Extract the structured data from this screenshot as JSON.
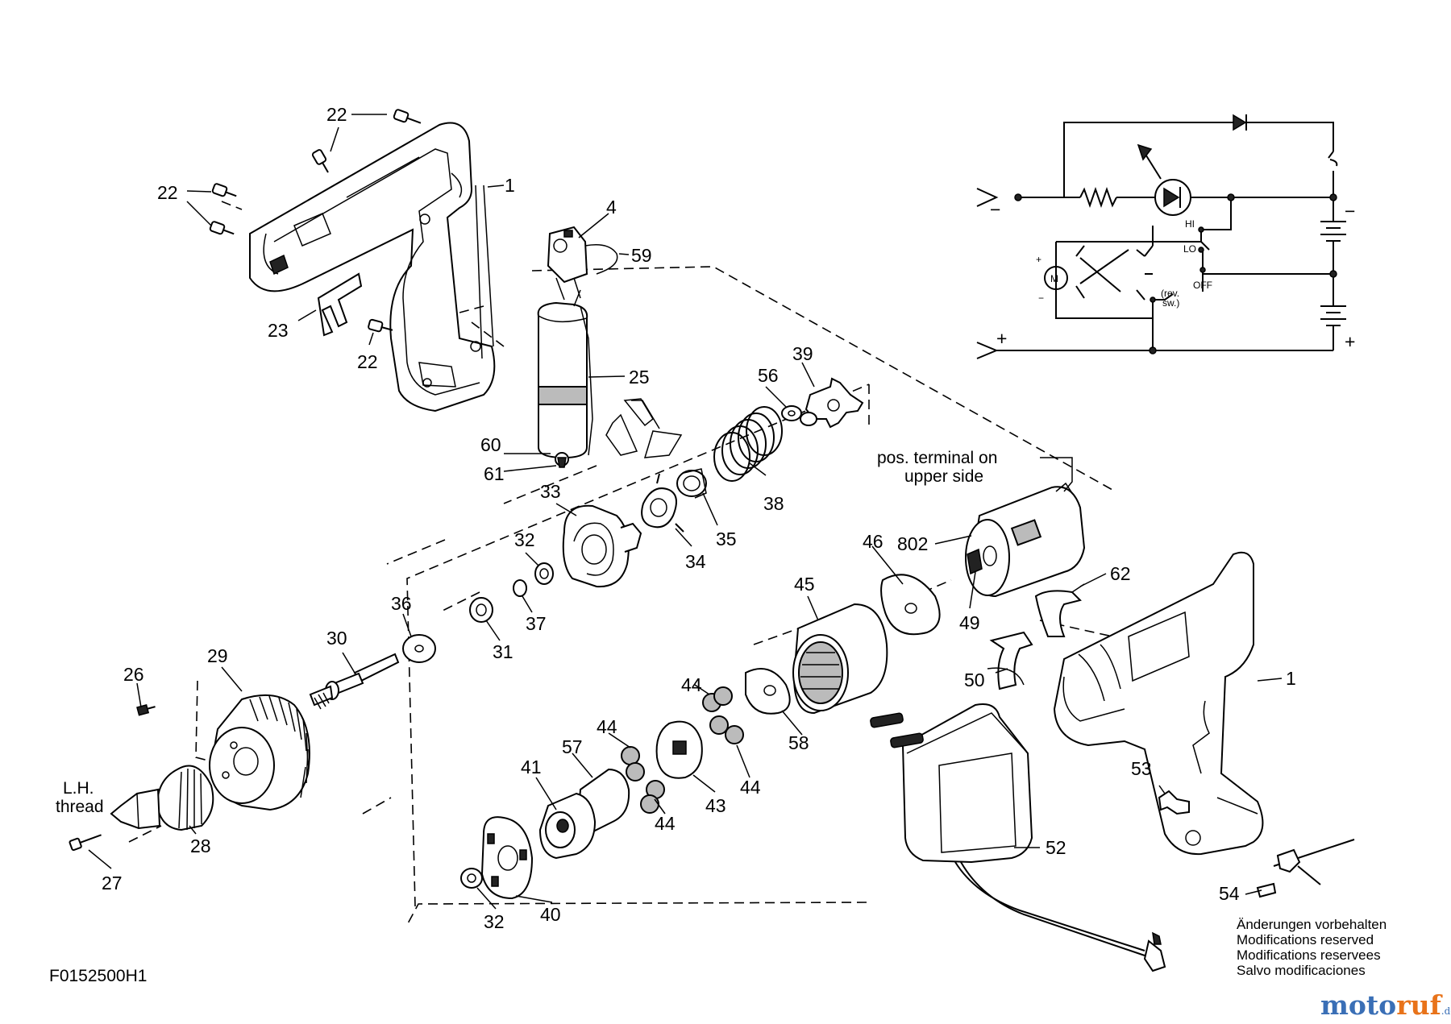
{
  "part_labels": [
    {
      "id": "p22a",
      "text": "22"
    },
    {
      "id": "p22b",
      "text": "22"
    },
    {
      "id": "p22c",
      "text": "22"
    },
    {
      "id": "p1a",
      "text": "1"
    },
    {
      "id": "p23",
      "text": "23"
    },
    {
      "id": "p4",
      "text": "4"
    },
    {
      "id": "p59",
      "text": "59"
    },
    {
      "id": "p25",
      "text": "25"
    },
    {
      "id": "p60",
      "text": "60"
    },
    {
      "id": "p61",
      "text": "61"
    },
    {
      "id": "p39",
      "text": "39"
    },
    {
      "id": "p56",
      "text": "56"
    },
    {
      "id": "p38",
      "text": "38"
    },
    {
      "id": "p33",
      "text": "33"
    },
    {
      "id": "p35",
      "text": "35"
    },
    {
      "id": "p34",
      "text": "34"
    },
    {
      "id": "p32a",
      "text": "32"
    },
    {
      "id": "p37",
      "text": "37"
    },
    {
      "id": "p36",
      "text": "36"
    },
    {
      "id": "p31",
      "text": "31"
    },
    {
      "id": "p30",
      "text": "30"
    },
    {
      "id": "p29",
      "text": "29"
    },
    {
      "id": "p26",
      "text": "26"
    },
    {
      "id": "p28",
      "text": "28"
    },
    {
      "id": "p27",
      "text": "27"
    },
    {
      "id": "p46",
      "text": "46"
    },
    {
      "id": "p802",
      "text": "802"
    },
    {
      "id": "p45",
      "text": "45"
    },
    {
      "id": "p49",
      "text": "49"
    },
    {
      "id": "p62",
      "text": "62"
    },
    {
      "id": "p50",
      "text": "50"
    },
    {
      "id": "p1b",
      "text": "1"
    },
    {
      "id": "p58",
      "text": "58"
    },
    {
      "id": "p44a",
      "text": "44"
    },
    {
      "id": "p44b",
      "text": "44"
    },
    {
      "id": "p44c",
      "text": "44"
    },
    {
      "id": "p44d",
      "text": "44"
    },
    {
      "id": "p43",
      "text": "43"
    },
    {
      "id": "p41",
      "text": "41"
    },
    {
      "id": "p57",
      "text": "57"
    },
    {
      "id": "p40",
      "text": "40"
    },
    {
      "id": "p32b",
      "text": "32"
    },
    {
      "id": "p52",
      "text": "52"
    },
    {
      "id": "p53",
      "text": "53"
    },
    {
      "id": "p54",
      "text": "54"
    }
  ],
  "annotations": {
    "lh_line1": "L.H.",
    "lh_line2": "thread",
    "pos_line1": "pos. terminal on",
    "pos_line2": "upper side"
  },
  "schematic": {
    "hi": "HI",
    "lo": "LO",
    "off": "OFF",
    "rev_line1": "(rev.",
    "rev_line2": "sw.)",
    "motor": "M",
    "minus_left": "−",
    "plus_left": "+",
    "minus_right": "−",
    "plus_right": "+",
    "motor_plus": "+",
    "motor_minus": "−"
  },
  "disclaimer": [
    "Änderungen vorbehalten",
    "Modifications reserved",
    "Modifications reservees",
    "Salvo modificaciones"
  ],
  "drawing_code": "F0152500H1",
  "watermark": {
    "part1": "moto",
    "part2": "ruf",
    "part3": ".de"
  },
  "colors": {
    "logo_blue": "#3a6fb6",
    "logo_orange": "#e8731a"
  }
}
